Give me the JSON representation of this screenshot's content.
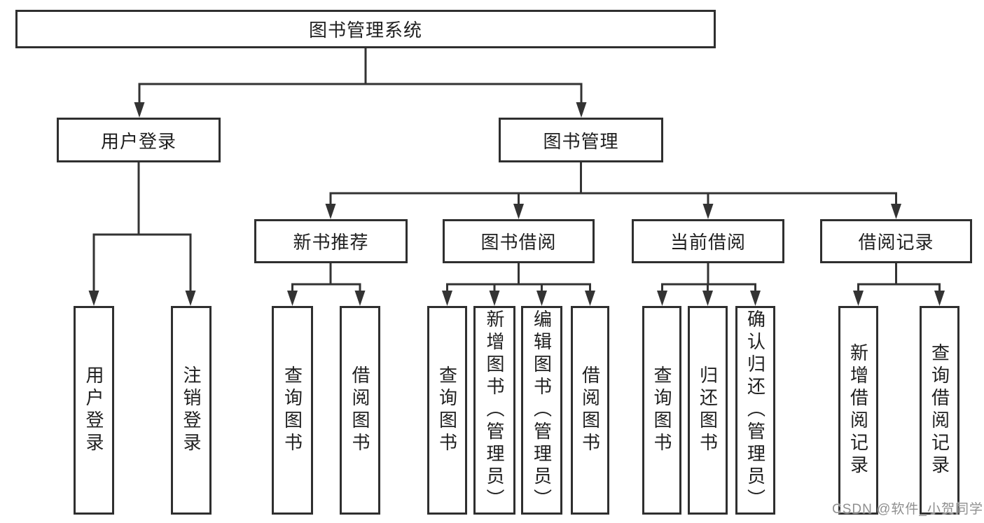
{
  "diagram": {
    "root": {
      "label": "图书管理系统"
    },
    "level2": [
      {
        "id": "user-login",
        "label": "用户登录"
      },
      {
        "id": "book-management",
        "label": "图书管理"
      }
    ],
    "level3": [
      {
        "id": "new-book-recommend",
        "label": "新书推荐"
      },
      {
        "id": "book-borrow",
        "label": "图书借阅"
      },
      {
        "id": "current-borrow",
        "label": "当前借阅"
      },
      {
        "id": "borrow-records",
        "label": "借阅记录"
      }
    ],
    "leaves": [
      {
        "id": "user-login",
        "label": "用户登录"
      },
      {
        "id": "logout",
        "label": "注销登录"
      },
      {
        "id": "recommend-query-books",
        "label": "查询图书"
      },
      {
        "id": "recommend-borrow-books",
        "label": "借阅图书"
      },
      {
        "id": "borrow-query-books",
        "label": "查询图书"
      },
      {
        "id": "borrow-add-books-admin",
        "label": "新增图书（管理员）"
      },
      {
        "id": "borrow-edit-books-admin",
        "label": "编辑图书（管理员）"
      },
      {
        "id": "borrow-borrow-books",
        "label": "借阅图书"
      },
      {
        "id": "current-query-books",
        "label": "查询图书"
      },
      {
        "id": "current-return-books",
        "label": "归还图书"
      },
      {
        "id": "current-confirm-return-admin",
        "label": "确认归还（管理员）"
      },
      {
        "id": "records-add-record",
        "label": "新增借阅记录"
      },
      {
        "id": "records-query-record",
        "label": "查询借阅记录"
      }
    ],
    "watermark": "CSDN @软件_小贺同学",
    "colors": {
      "line": "#333333",
      "box_border": "#2f2f2f",
      "text": "#1f1f1f",
      "watermark": "#8f8f8f",
      "background": "#ffffff"
    }
  }
}
